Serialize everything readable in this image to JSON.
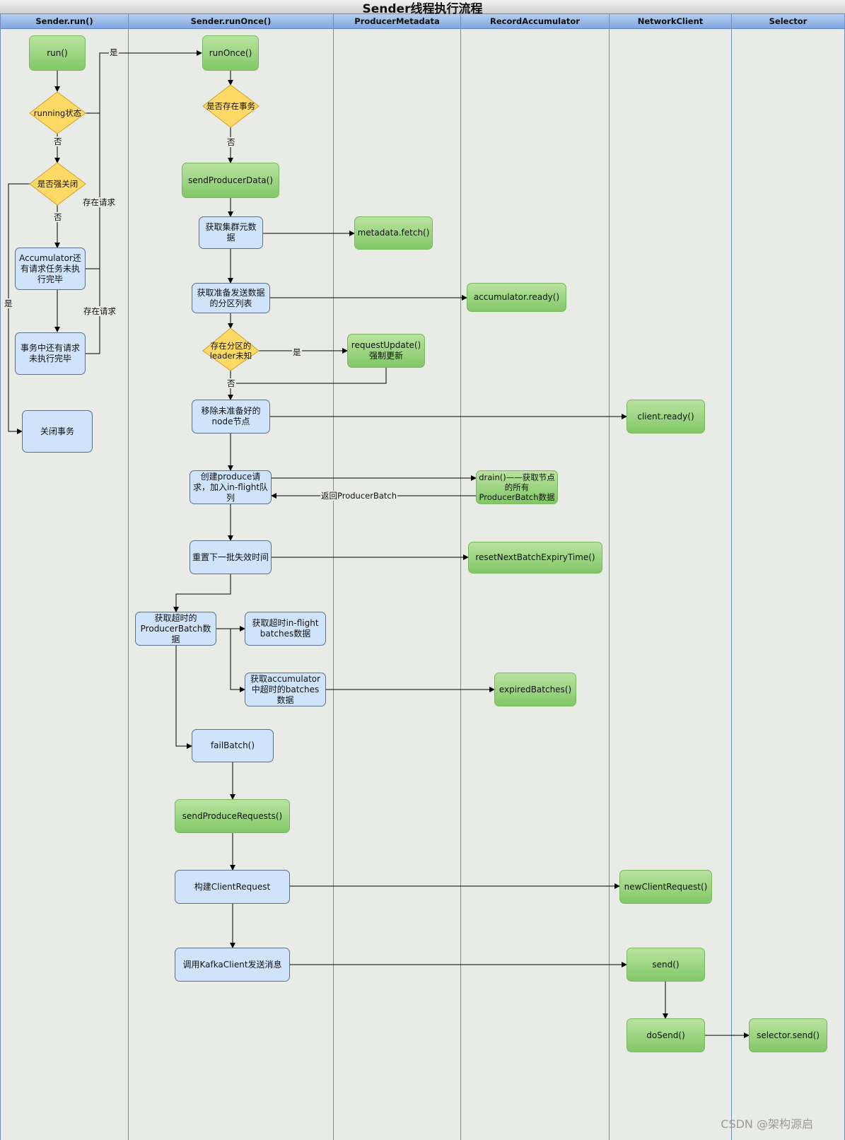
{
  "title": "Sender线程执行流程",
  "lanes": [
    "Sender.run()",
    "Sender.runOnce()",
    "ProducerMetadata",
    "RecordAccumulator",
    "NetworkClient",
    "Selector"
  ],
  "nodes": {
    "run": "run()",
    "running": "running状态",
    "force_close": "是否强关闭",
    "acc_pending": "Accumulator还有请求任务未执行完毕",
    "txn_pending": "事务中还有请求未执行完毕",
    "close_txn": "关闭事务",
    "run_once": "runOnce()",
    "has_txn": "是否存在事务",
    "send_producer_data": "sendProducerData()",
    "get_cluster_meta": "获取集群元数据",
    "metadata_fetch": "metadata.fetch()",
    "get_ready_partitions": "获取准备发送数据的分区列表",
    "accumulator_ready": "accumulator.ready()",
    "leader_unknown": "存在分区的leader未知",
    "request_update": "requestUpdate()强制更新",
    "remove_not_ready": "移除未准备好的node节点",
    "client_ready": "client.ready()",
    "create_produce": "创建produce请求，加入in-flight队列",
    "drain": "drain()——获取节点的所有ProducerBatch数据",
    "reset_expiry": "重置下一批失效时间",
    "reset_next_batch": "resetNextBatchExpiryTime()",
    "get_timeout_batch": "获取超时的ProducerBatch数据",
    "get_timeout_inflight": "获取超时in-flight batches数据",
    "get_timeout_acc": "获取accumulator中超时的batches数据",
    "expired_batches": "expiredBatches()",
    "fail_batch": "failBatch()",
    "send_produce_requests": "sendProduceRequests()",
    "build_client_request": "构建ClientRequest",
    "new_client_request": "newClientRequest()",
    "call_kafka_client": "调用KafkaClient发送消息",
    "send": "send()",
    "do_send": "doSend()",
    "selector_send": "selector.send()"
  },
  "labels": {
    "yes": "是",
    "no": "否",
    "has_request": "存在请求",
    "return_batch": "返回ProducerBatch"
  },
  "watermark": "CSDN @架构源启"
}
